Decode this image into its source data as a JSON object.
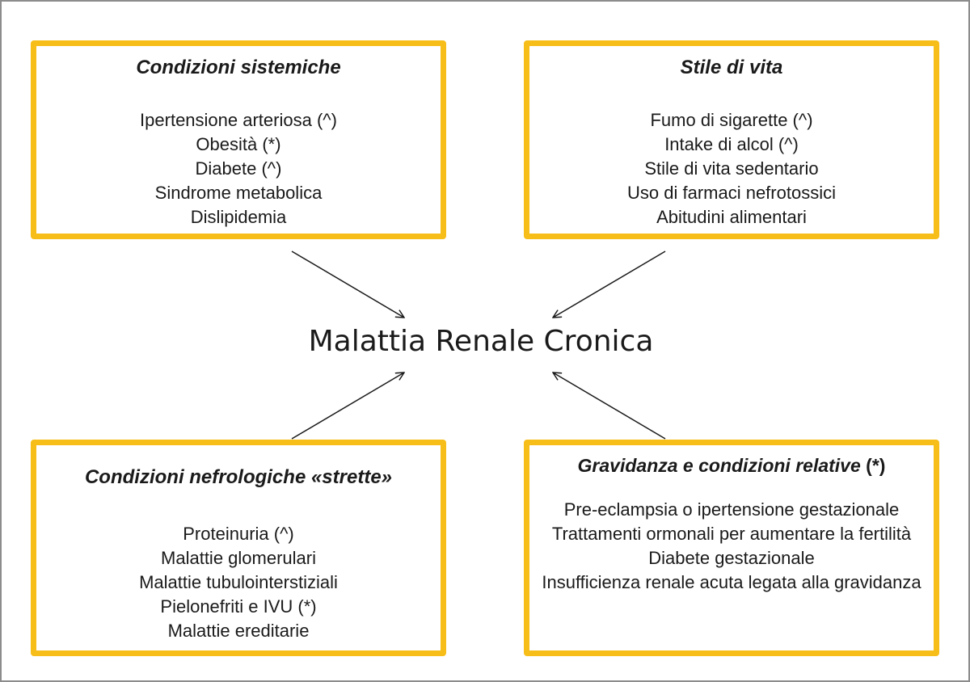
{
  "center": {
    "label": "Malattia Renale Cronica"
  },
  "boxes": {
    "systemic": {
      "title": "Condizioni sistemiche",
      "items": [
        "Ipertensione arteriosa (^)",
        "Obesità (*)",
        "Diabete (^)",
        "Sindrome metabolica",
        "Dislipidemia"
      ]
    },
    "lifestyle": {
      "title": "Stile di vita",
      "items": [
        "Fumo di sigarette (^)",
        "Intake di alcol (^)",
        "Stile di vita sedentario",
        "Uso di farmaci nefrotossici",
        "Abitudini alimentari"
      ]
    },
    "nephrologic": {
      "title": "Condizioni nefrologiche «strette»",
      "items": [
        "Proteinuria (^)",
        "Malattie glomerulari",
        "Malattie tubulointerstiziali",
        "Pielonefriti e IVU (*)",
        "Malattie ereditarie"
      ]
    },
    "pregnancy": {
      "title": "Gravidanza e condizioni relative",
      "title_suffix": " (*)",
      "items": [
        "Pre-eclampsia o ipertensione gestazionale",
        "Trattamenti ormonali per aumentare la fertilità",
        "Diabete gestazionale",
        "Insufficienza renale acuta legata alla gravidanza"
      ]
    }
  },
  "colors": {
    "box_border": "#f7bd18",
    "frame_border": "#8c8c8c",
    "text": "#1a1a1a",
    "arrow": "#1a1a1a"
  }
}
